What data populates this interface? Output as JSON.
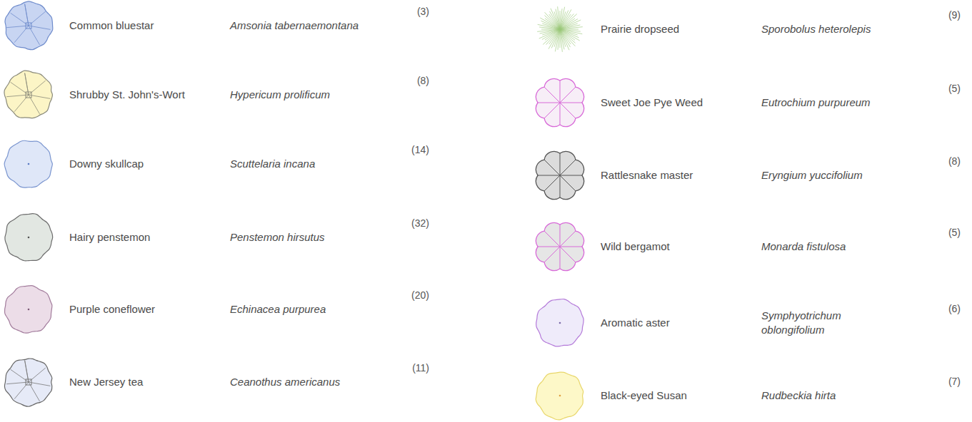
{
  "diagram": {
    "labels": [
      "Amsonia tabernaemontana",
      "(3)",
      "Hypericum prolificum",
      "(8)",
      "Scuttelaria incana",
      "(14)",
      "Penstemon hirsutus",
      "(32)",
      "Echinacea purpurea",
      "(20)",
      "Ceanothus americanus",
      "(11)",
      "Sporobolus heterolepis",
      "(9)",
      "Eutrochium purpureum",
      "(5)",
      "Eryngium yuccifolium",
      "(8)",
      "Monarda fistulosa",
      "(5)",
      "Symphyotrichum oblongifolium",
      "(6)",
      "Rudbeckia hirta",
      "(7)"
    ],
    "legend": [
      {
        "text": "Common bluestar"
      },
      {
        "text": "Shrubby St. John's-Wort"
      },
      {
        "text": "Downy skullcap"
      },
      {
        "text": "Hairy penstemon"
      },
      {
        "text": "Purple coneflower"
      },
      {
        "text": "New Jersey tea"
      },
      {
        "text": "Prairie dropseed"
      },
      {
        "text": "Sweet Joe Pye Weed"
      },
      {
        "text": "Rattlesnake master"
      },
      {
        "text": "Wild bergamot"
      },
      {
        "text": "Aromatic aster"
      },
      {
        "text": "Black-eyed Susan"
      }
    ]
  }
}
